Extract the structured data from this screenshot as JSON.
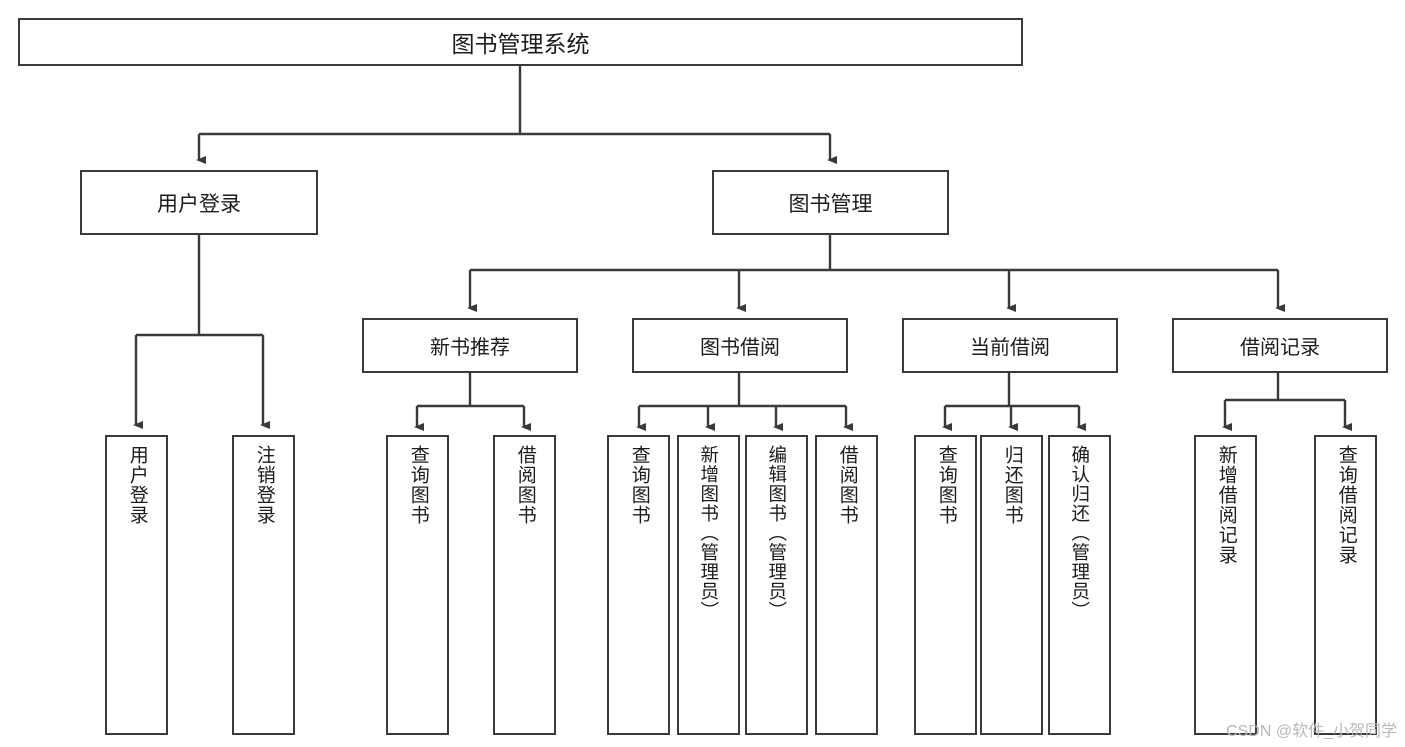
{
  "diagram": {
    "title": "图书管理系统",
    "watermark": "CSDN @软件_小贺同学",
    "line_color": "#3a3a3a",
    "box_fill": "#ffffff",
    "text_color": "#1c1c1c",
    "root": {
      "label": "图书管理系统"
    },
    "level1": [
      {
        "label": "用户登录"
      },
      {
        "label": "图书管理"
      }
    ],
    "level2": [
      {
        "label": "新书推荐"
      },
      {
        "label": "图书借阅"
      },
      {
        "label": "当前借阅"
      },
      {
        "label": "借阅记录"
      }
    ],
    "leaves": {
      "user_login": [
        {
          "label": "用户登录"
        },
        {
          "label": "注销登录"
        }
      ],
      "new_book_recommend": [
        {
          "label": "查询图书"
        },
        {
          "label": "借阅图书"
        }
      ],
      "book_borrow": [
        {
          "label": "查询图书"
        },
        {
          "label": "新增图书（管理员）"
        },
        {
          "label": "编辑图书（管理员）"
        },
        {
          "label": "借阅图书"
        }
      ],
      "current_borrow": [
        {
          "label": "查询图书"
        },
        {
          "label": "归还图书"
        },
        {
          "label": "确认归还（管理员）"
        }
      ],
      "borrow_record": [
        {
          "label": "新增借阅记录"
        },
        {
          "label": "查询借阅记录"
        }
      ]
    }
  }
}
